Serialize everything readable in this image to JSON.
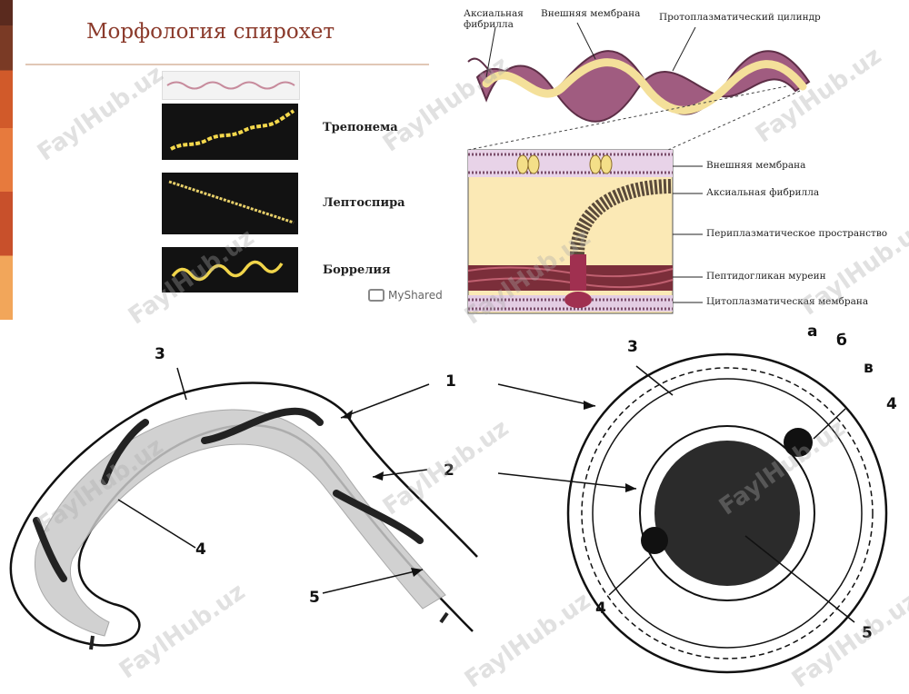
{
  "slide": {
    "title": "Морфология спирохет",
    "labels": [
      "Трепонема",
      "Лептоспира",
      "Боррелия"
    ],
    "source": "MyShared"
  },
  "membrane_diagram": {
    "labels_top": [
      "Аксиальная фибрилла",
      "Внешняя мембрана",
      "Протоплазматический цилиндр"
    ],
    "labels_right": [
      "Внешняя мембрана",
      "Аксиальная фибрилла",
      "Периплазматическое пространство",
      "Пептидогликан муреин",
      "Цитоплазматическая мембрана"
    ]
  },
  "schematic": {
    "left_numbers": [
      "3",
      "1",
      "2",
      "4",
      "5"
    ],
    "right_numbers": [
      "3",
      "а",
      "б",
      "в",
      "4",
      "4",
      "5"
    ]
  },
  "watermark": "FaylHub.uz",
  "colors": {
    "title": "#8b3a2b",
    "spiral_outer": "#8a4a6a",
    "spiral_inner": "#f3df98"
  }
}
